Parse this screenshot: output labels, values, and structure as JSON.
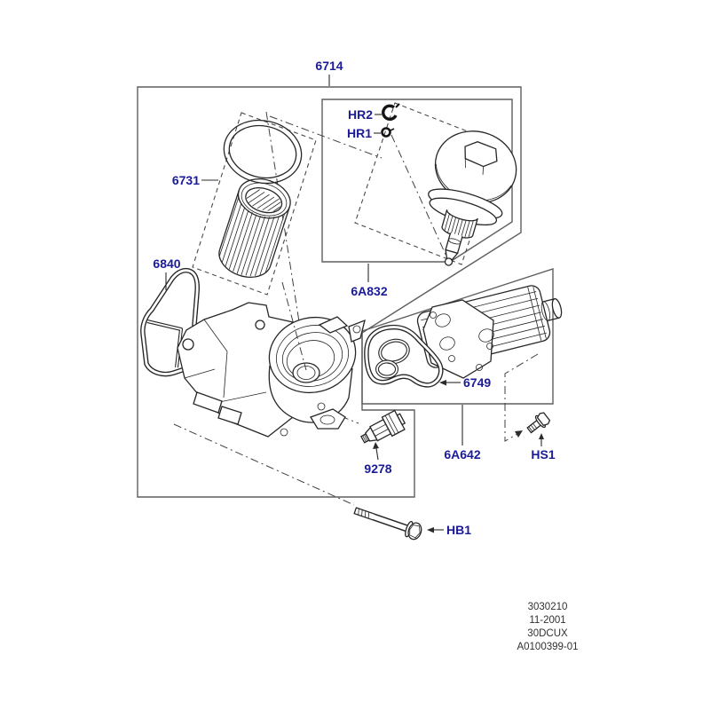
{
  "figure": {
    "background": "#ffffff",
    "label_color": "#1b1b99",
    "line_color": "#262626",
    "box_line_color": "#5f5f5f"
  },
  "part_labels": {
    "assembly": "6714",
    "filter_element": "6731",
    "housing_gasket": "6840",
    "cap_kit": "6A832",
    "clip": "HR2",
    "seal_ring": "HR1",
    "oil_cooler": "6A642",
    "cooler_gasket": "6749",
    "cooler_screw": "HS1",
    "pressure_sensor": "9278",
    "housing_bolt": "HB1"
  },
  "footer": {
    "lines": [
      "3030210",
      "11-2001",
      "30DCUX",
      "A0100399-01"
    ]
  }
}
